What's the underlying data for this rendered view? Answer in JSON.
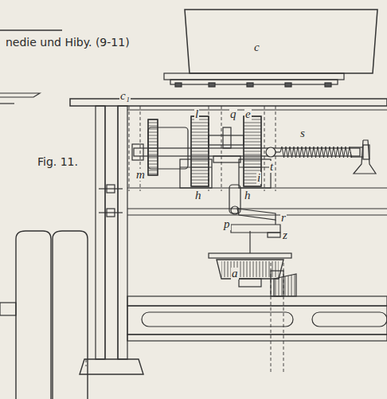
{
  "diagram": {
    "title": "nedie und Hiby. (9-11)",
    "labels": [
      "c",
      "c₁",
      "Fig. 11.",
      "l",
      "q",
      "e",
      "m",
      "h",
      "h",
      "i",
      "s",
      "t",
      "p",
      "r",
      "z",
      "a"
    ]
  }
}
